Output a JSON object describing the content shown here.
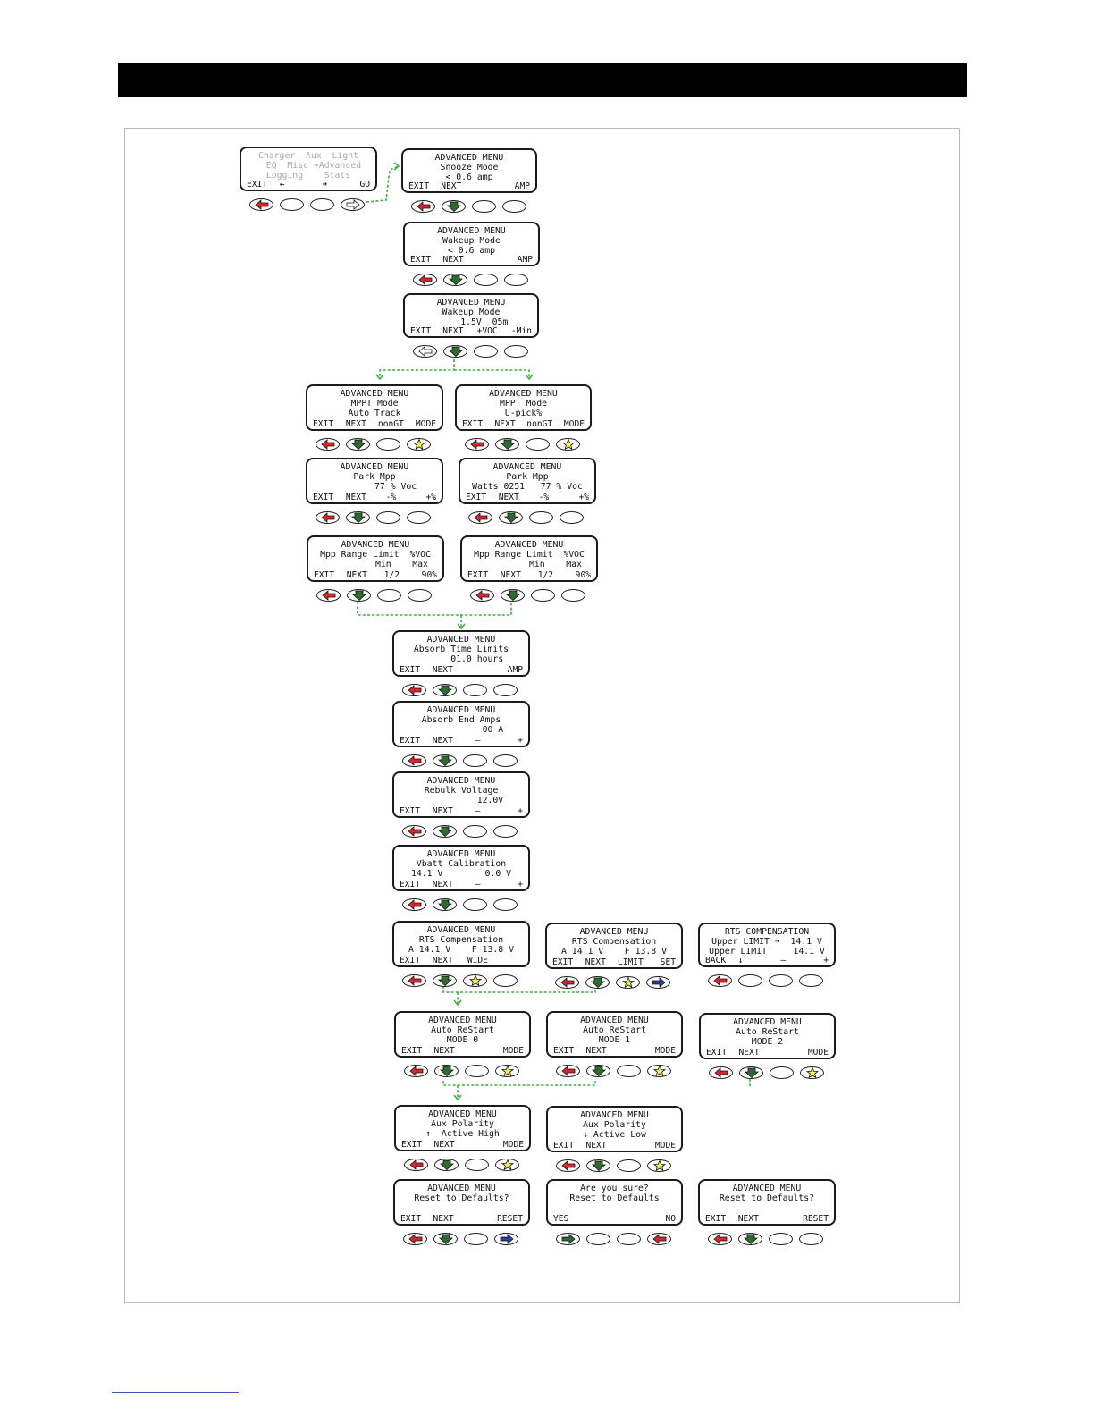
{
  "colors": {
    "exit_red": "#d7262e",
    "next_green": "#2e6b2e",
    "star_yellow": "#f1ee59",
    "set_blue": "#2c3ea3",
    "link_green": "#3cb043"
  },
  "screens": [
    {
      "id": "main-menu",
      "faint": [
        0,
        1,
        2
      ],
      "lines": [
        "Charger  Aux  Light",
        "  EQ  Misc ➔Advanced",
        "Logging    Stats"
      ],
      "soft": [
        "EXIT",
        "←",
        "➔",
        "GO"
      ],
      "buttons": [
        "exit",
        "blank",
        "blank",
        "go"
      ]
    },
    {
      "id": "snooze-mode",
      "lines": [
        "ADVANCED MENU",
        "Snooze Mode",
        "< 0.6 amp"
      ],
      "soft": [
        "EXIT",
        "NEXT",
        "",
        "AMP"
      ],
      "buttons": [
        "exit",
        "next",
        "blank",
        "blank"
      ]
    },
    {
      "id": "wakeup-mode-amp",
      "lines": [
        "ADVANCED MENU",
        "Wakeup Mode",
        "< 0.6 amp"
      ],
      "soft": [
        "EXIT",
        "NEXT",
        "",
        "AMP"
      ],
      "buttons": [
        "exit",
        "next",
        "blank",
        "blank"
      ]
    },
    {
      "id": "wakeup-mode-voc",
      "lines": [
        "ADVANCED MENU",
        "Wakeup Mode",
        "     1.5V  05m"
      ],
      "soft": [
        "EXIT",
        "NEXT",
        "+VOC",
        "-Min"
      ],
      "buttons": [
        "back",
        "next",
        "blank",
        "blank"
      ]
    },
    {
      "id": "mppt-auto-track",
      "lines": [
        "ADVANCED MENU",
        "MPPT Mode",
        "Auto Track"
      ],
      "soft": [
        "EXIT",
        "NEXT",
        "nonGT",
        "MODE"
      ],
      "buttons": [
        "exit",
        "next",
        "blank",
        "star"
      ]
    },
    {
      "id": "mppt-u-pick",
      "lines": [
        "ADVANCED MENU",
        "MPPT Mode",
        "U-pick%"
      ],
      "soft": [
        "EXIT",
        "NEXT",
        "nonGT",
        "MODE"
      ],
      "buttons": [
        "exit",
        "next",
        "blank",
        "star"
      ]
    },
    {
      "id": "park-mpp-a",
      "lines": [
        "ADVANCED MENU",
        "Park Mpp",
        "        77 % Voc"
      ],
      "soft": [
        "EXIT",
        "NEXT",
        "-%",
        "+%"
      ],
      "buttons": [
        "exit",
        "next",
        "blank",
        "blank"
      ]
    },
    {
      "id": "park-mpp-b",
      "lines": [
        "ADVANCED MENU",
        "Park Mpp",
        "Watts 0251   77 % Voc"
      ],
      "soft": [
        "EXIT",
        "NEXT",
        "-%",
        "+%"
      ],
      "buttons": [
        "exit",
        "next",
        "blank",
        "blank"
      ]
    },
    {
      "id": "mpp-range-a",
      "lines": [
        "ADVANCED MENU",
        "Mpp Range Limit  %VOC",
        "          Min    Max"
      ],
      "soft": [
        "EXIT",
        "NEXT",
        "1/2",
        "90%"
      ],
      "buttons": [
        "exit",
        "next",
        "blank",
        "blank"
      ]
    },
    {
      "id": "mpp-range-b",
      "lines": [
        "ADVANCED MENU",
        "Mpp Range Limit  %VOC",
        "          Min    Max"
      ],
      "soft": [
        "EXIT",
        "NEXT",
        "1/2",
        "90%"
      ],
      "buttons": [
        "exit",
        "next",
        "blank",
        "blank"
      ]
    },
    {
      "id": "absorb-time",
      "lines": [
        "ADVANCED MENU",
        "Absorb Time Limits",
        "      01.0 hours"
      ],
      "soft": [
        "EXIT",
        "NEXT",
        "",
        "AMP"
      ],
      "buttons": [
        "exit",
        "next",
        "blank",
        "blank"
      ]
    },
    {
      "id": "absorb-end-amps",
      "lines": [
        "ADVANCED MENU",
        "Absorb End Amps",
        "            00 A"
      ],
      "soft": [
        "EXIT",
        "NEXT",
        "–",
        "+"
      ],
      "buttons": [
        "exit",
        "next",
        "blank",
        "blank"
      ]
    },
    {
      "id": "rebulk-voltage",
      "lines": [
        "ADVANCED MENU",
        "Rebulk Voltage",
        "           12.0V"
      ],
      "soft": [
        "EXIT",
        "NEXT",
        "–",
        "+"
      ],
      "buttons": [
        "exit",
        "next",
        "blank",
        "blank"
      ]
    },
    {
      "id": "vbatt-calibration",
      "lines": [
        "ADVANCED MENU",
        "Vbatt Calibration",
        "14.1 V        0.0 V"
      ],
      "soft": [
        "EXIT",
        "NEXT",
        "–",
        "+"
      ],
      "buttons": [
        "exit",
        "next",
        "blank",
        "blank"
      ]
    },
    {
      "id": "rts-comp-a",
      "lines": [
        "ADVANCED MENU",
        "RTS Compensation",
        "A 14.1 V    F 13.8 V"
      ],
      "soft": [
        "EXIT",
        "NEXT",
        "WIDE",
        ""
      ],
      "buttons": [
        "exit",
        "next",
        "star",
        "blank"
      ]
    },
    {
      "id": "rts-comp-b",
      "lines": [
        "ADVANCED MENU",
        "RTS Compensation",
        "A 14.1 V    F 13.8 V"
      ],
      "soft": [
        "EXIT",
        "NEXT",
        "LIMIT",
        "SET"
      ],
      "buttons": [
        "exit",
        "next",
        "star",
        "blue"
      ]
    },
    {
      "id": "rts-comp-limits",
      "lines": [
        "RTS COMPENSATION",
        "Upper LIMIT ➔  14.1 V",
        "Upper LIMIT     14.1 V"
      ],
      "soft": [
        "BACK",
        "↓",
        "–",
        "+"
      ],
      "buttons": [
        "exit",
        "blank",
        "blank",
        "blank"
      ]
    },
    {
      "id": "auto-restart-0",
      "lines": [
        "ADVANCED MENU",
        "Auto ReStart",
        "MODE 0"
      ],
      "soft": [
        "EXIT",
        "NEXT",
        "",
        "MODE"
      ],
      "buttons": [
        "exit",
        "next",
        "blank",
        "star"
      ]
    },
    {
      "id": "auto-restart-1",
      "lines": [
        "ADVANCED MENU",
        "Auto ReStart",
        "MODE 1"
      ],
      "soft": [
        "EXIT",
        "NEXT",
        "",
        "MODE"
      ],
      "buttons": [
        "exit",
        "next",
        "blank",
        "star"
      ]
    },
    {
      "id": "auto-restart-2",
      "lines": [
        "ADVANCED MENU",
        "Auto ReStart",
        "MODE 2"
      ],
      "soft": [
        "EXIT",
        "NEXT",
        "",
        "MODE"
      ],
      "buttons": [
        "exit",
        "next",
        "blank",
        "star"
      ]
    },
    {
      "id": "aux-polarity-high",
      "lines": [
        "ADVANCED MENU",
        "Aux Polarity",
        "↑  Active High"
      ],
      "soft": [
        "EXIT",
        "NEXT",
        "",
        "MODE"
      ],
      "buttons": [
        "exit",
        "next",
        "blank",
        "star"
      ]
    },
    {
      "id": "aux-polarity-low",
      "lines": [
        "ADVANCED MENU",
        "Aux Polarity",
        "↓ Active Low"
      ],
      "soft": [
        "EXIT",
        "NEXT",
        "",
        "MODE"
      ],
      "buttons": [
        "exit",
        "next",
        "blank",
        "star"
      ]
    },
    {
      "id": "reset-defaults",
      "lines": [
        "ADVANCED MENU",
        "Reset to Defaults?",
        ""
      ],
      "soft": [
        "EXIT",
        "NEXT",
        "",
        "RESET"
      ],
      "buttons": [
        "exit",
        "next",
        "blank",
        "blue"
      ]
    },
    {
      "id": "reset-confirm",
      "lines": [
        "Are you sure?",
        "Reset to Defaults",
        ""
      ],
      "soft": [
        "YES",
        "",
        "",
        "NO"
      ],
      "buttons": [
        "yes",
        "blank",
        "blank",
        "exit"
      ]
    },
    {
      "id": "reset-defaults-b",
      "lines": [
        "ADVANCED MENU",
        "Reset to Defaults?",
        ""
      ],
      "soft": [
        "EXIT",
        "NEXT",
        "",
        "RESET"
      ],
      "buttons": [
        "exit",
        "next",
        "blank",
        "blank"
      ]
    }
  ]
}
